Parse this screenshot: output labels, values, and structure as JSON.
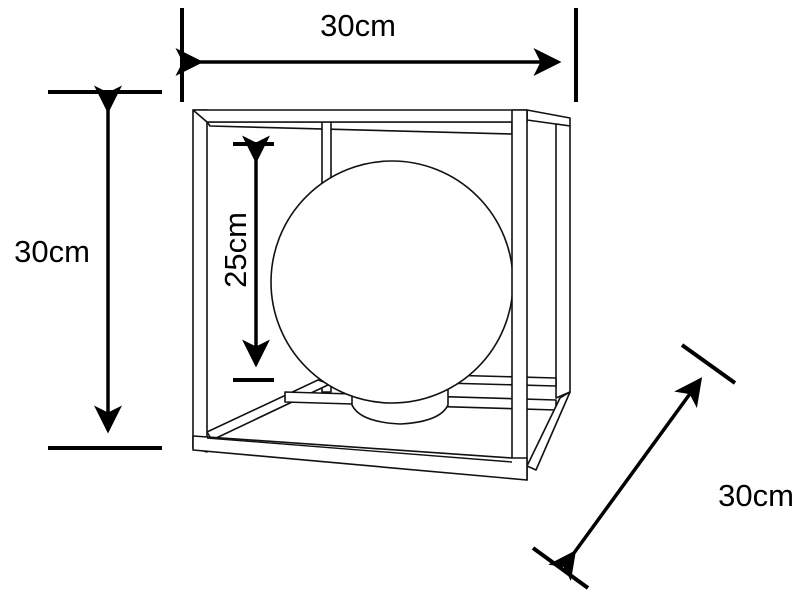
{
  "dimensions": {
    "width_label": "30cm",
    "height_label": "30cm",
    "globe_label": "25cm",
    "depth_label": "30cm"
  },
  "colors": {
    "line": "#111111",
    "background": "#ffffff"
  }
}
